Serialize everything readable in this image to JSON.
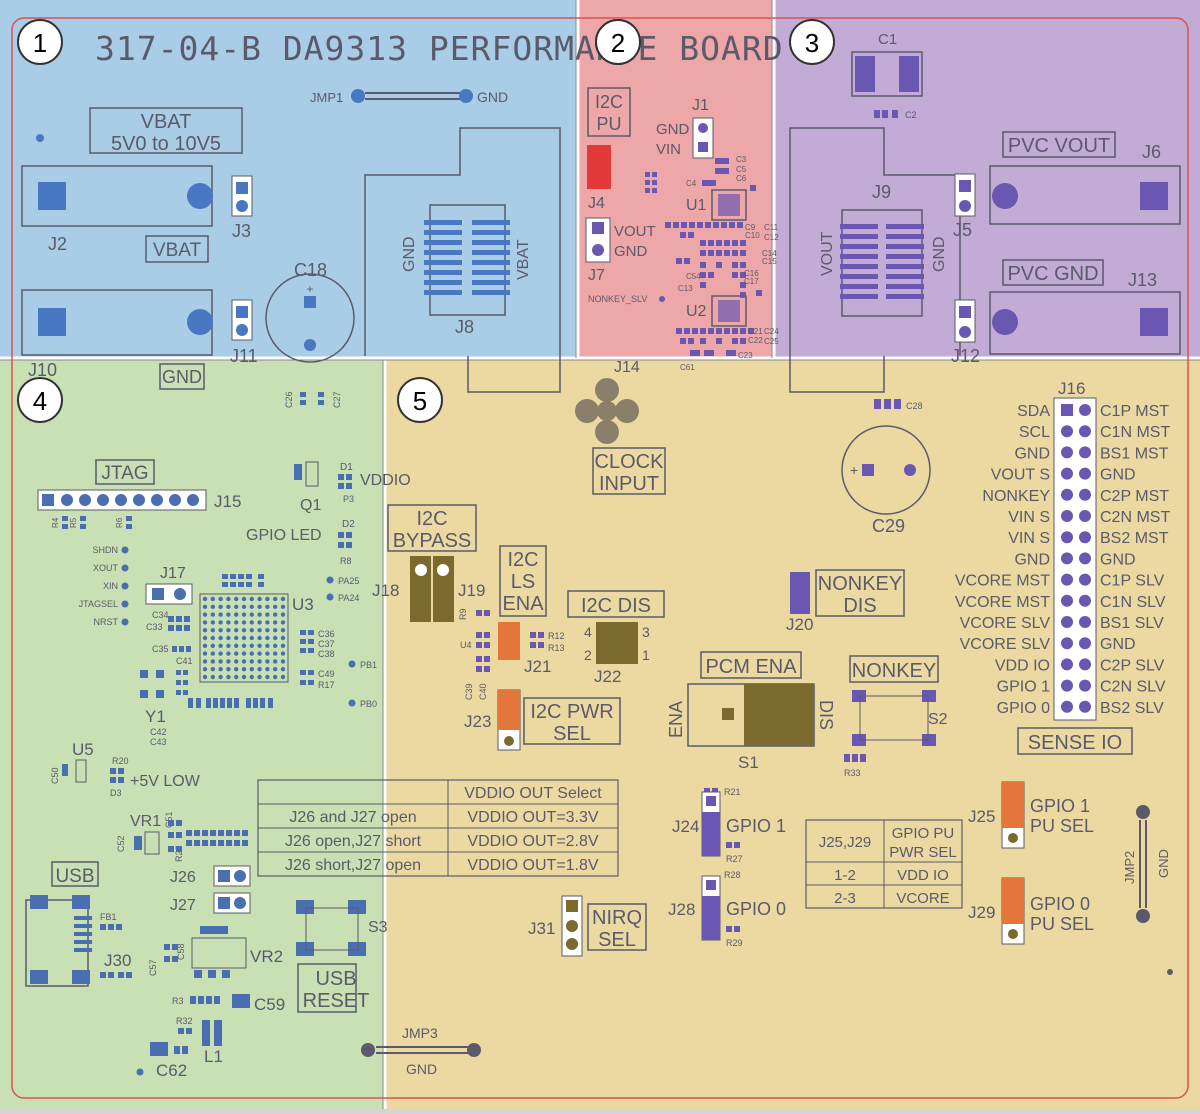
{
  "board": {
    "title": "317-04-B DA9313 PERFORMANCE BOARD",
    "colors": {
      "region1": "#a9cde6",
      "region2": "#eea7a9",
      "region3": "#c2abd4",
      "region4": "#c9e0b4",
      "region5": "#ecd9a2",
      "pad_blue": "#4a77c2",
      "pad_purple": "#6a57b2",
      "pad_orange": "#e3763a",
      "pad_red": "#e23a3a",
      "pad_brown": "#7a6a2e",
      "silk": "#5a5a6a"
    }
  },
  "regions": [
    {
      "number": "1"
    },
    {
      "number": "2"
    },
    {
      "number": "3"
    },
    {
      "number": "4"
    },
    {
      "number": "5"
    }
  ],
  "region1": {
    "jmp1": "JMP1",
    "jmp1_gnd": "GND",
    "vbat_box_line1": "VBAT",
    "vbat_box_line2": "5V0 to 10V5",
    "j2": "J2",
    "vbat_label": "VBAT",
    "j3": "J3",
    "j10": "J10",
    "j11": "J11",
    "gnd_label": "GND",
    "c18": "C18",
    "j8": "J8",
    "j8_gnd": "GND",
    "j8_vbat": "VBAT"
  },
  "region2": {
    "i2c_pu_line1": "I2C",
    "i2c_pu_line2": "PU",
    "j1": "J1",
    "j1_gnd": "GND",
    "j1_vin": "VIN",
    "j4": "J4",
    "j7": "J7",
    "j7_vout": "VOUT",
    "j7_gnd": "GND",
    "u1": "U1",
    "u2": "U2",
    "nonkey_slv": "NONKEY_SLV",
    "c_labels_top": [
      "C3",
      "C5",
      "C6",
      "C4"
    ],
    "c_labels_mid": [
      "C9",
      "C10",
      "C11",
      "C12",
      "C14",
      "C15",
      "C16",
      "C17",
      "C54",
      "C13"
    ],
    "c_labels_bot": [
      "C21",
      "C22",
      "C23",
      "C24",
      "C25",
      "C61"
    ]
  },
  "region3": {
    "c1": "C1",
    "c2": "C2",
    "pvc_vout": "PVC VOUT",
    "j6": "J6",
    "j9": "J9",
    "j9_vout": "VOUT",
    "j9_gnd": "GND",
    "j5": "J5",
    "pvc_gnd": "PVC GND",
    "j13": "J13",
    "j12": "J12"
  },
  "region4": {
    "c26": "C26",
    "c27": "C27",
    "jtag": "JTAG",
    "j15": "J15",
    "r_small": [
      "R4",
      "R5",
      "R6"
    ],
    "q1": "Q1",
    "d1": "D1",
    "vddio": "VDDIO",
    "p3": "P3",
    "gpio_led": "GPIO LED",
    "d2": "D2",
    "r8": "R8",
    "pins_left": [
      "SHDN",
      "XOUT",
      "XIN",
      "JTAGSEL",
      "NRST"
    ],
    "j17": "J17",
    "c34": "C34",
    "c33": "C33",
    "c35": "C35",
    "pa25": "PA25",
    "pa24": "PA24",
    "u3": "U3",
    "c36": "C36",
    "c37": "C37",
    "c38": "C38",
    "c49": "C49",
    "r17": "R17",
    "pb1": "PB1",
    "pb0": "PB0",
    "c41": "C41",
    "y1": "Y1",
    "c42": "C42",
    "c43": "C43",
    "u5": "U5",
    "r20": "R20",
    "d3": "D3",
    "c50": "C50",
    "plus5v_low": "+5V LOW",
    "vr1": "VR1",
    "c52": "C52",
    "c51": "C51",
    "r22": "R22",
    "usb": "USB",
    "fb1": "FB1",
    "j30": "J30",
    "c58": "C58",
    "c57": "C57",
    "vr2": "VR2",
    "r3": "R3",
    "c59": "C59",
    "r32": "R32",
    "l1": "L1",
    "c62": "C62",
    "j26": "J26",
    "j27": "J27",
    "s3": "S3",
    "usb_reset_line1": "USB",
    "usb_reset_line2": "RESET"
  },
  "vddio_table": {
    "header": "VDDIO OUT Select",
    "rows": [
      {
        "condition": "J26 and J27 open",
        "result": "VDDIO OUT=3.3V"
      },
      {
        "condition": "J26 open,J27 short",
        "result": "VDDIO OUT=2.8V"
      },
      {
        "condition": "J26 short,J27 open",
        "result": "VDDIO OUT=1.8V"
      }
    ]
  },
  "region5": {
    "j14": "J14",
    "clock_input_line1": "CLOCK",
    "clock_input_line2": "INPUT",
    "c28": "C28",
    "c29": "C29",
    "i2c_bypass_line1": "I2C",
    "i2c_bypass_line2": "BYPASS",
    "j18": "J18",
    "j19": "J19",
    "i2c_ls_ena_line1": "I2C",
    "i2c_ls_ena_line2": "LS",
    "i2c_ls_ena_line3": "ENA",
    "r9": "R9",
    "u4": "U4",
    "r12": "R12",
    "r13": "R13",
    "j21": "J21",
    "c39": "C39",
    "c40": "C40",
    "i2c_dis": "I2C DIS",
    "j22": "J22",
    "j22_pins": [
      "4",
      "3",
      "2",
      "1"
    ],
    "j23": "J23",
    "i2c_pwr_sel_line1": "I2C PWR",
    "i2c_pwr_sel_line2": "SEL",
    "pcm_ena": "PCM ENA",
    "ena": "ENA",
    "dis": "DIS",
    "s1": "S1",
    "j20": "J20",
    "nonkey_dis_line1": "NONKEY",
    "nonkey_dis_line2": "DIS",
    "nonkey": "NONKEY",
    "s2": "S2",
    "r33": "R33",
    "j24": "J24",
    "gpio1": "GPIO 1",
    "r21": "R21",
    "r27": "R27",
    "j28": "J28",
    "gpio0": "GPIO 0",
    "r28": "R28",
    "r29": "R29",
    "j31": "J31",
    "nirq_sel_line1": "NIRQ",
    "nirq_sel_line2": "SEL",
    "j25": "J25",
    "gpio1_pu_sel_line1": "GPIO 1",
    "gpio1_pu_sel_line2": "PU SEL",
    "j29": "J29",
    "gpio0_pu_sel_line1": "GPIO 0",
    "gpio0_pu_sel_line2": "PU SEL",
    "jmp2": "JMP2",
    "jmp2_gnd": "GND",
    "jmp3": "JMP3",
    "jmp3_gnd": "GND",
    "sense_io": "SENSE IO",
    "j16": "J16"
  },
  "pu_table": {
    "header_left": "J25,J29",
    "header_right_line1": "GPIO PU",
    "header_right_line2": "PWR SEL",
    "rows": [
      {
        "pins": "1-2",
        "value": "VDD IO"
      },
      {
        "pins": "2-3",
        "value": "VCORE"
      }
    ]
  },
  "j16_pins": {
    "left": [
      "SDA",
      "SCL",
      "GND",
      "VOUT S",
      "NONKEY",
      "VIN S",
      "VIN S",
      "GND",
      "VCORE MST",
      "VCORE MST",
      "VCORE SLV",
      "VCORE SLV",
      "VDD IO",
      "GPIO 1",
      "GPIO 0"
    ],
    "right": [
      "C1P MST",
      "C1N MST",
      "BS1 MST",
      "GND",
      "C2P MST",
      "C2N MST",
      "BS2 MST",
      "GND",
      "C1P SLV",
      "C1N SLV",
      "BS1 SLV",
      "GND",
      "C2P SLV",
      "C2N SLV",
      "BS2 SLV"
    ]
  }
}
